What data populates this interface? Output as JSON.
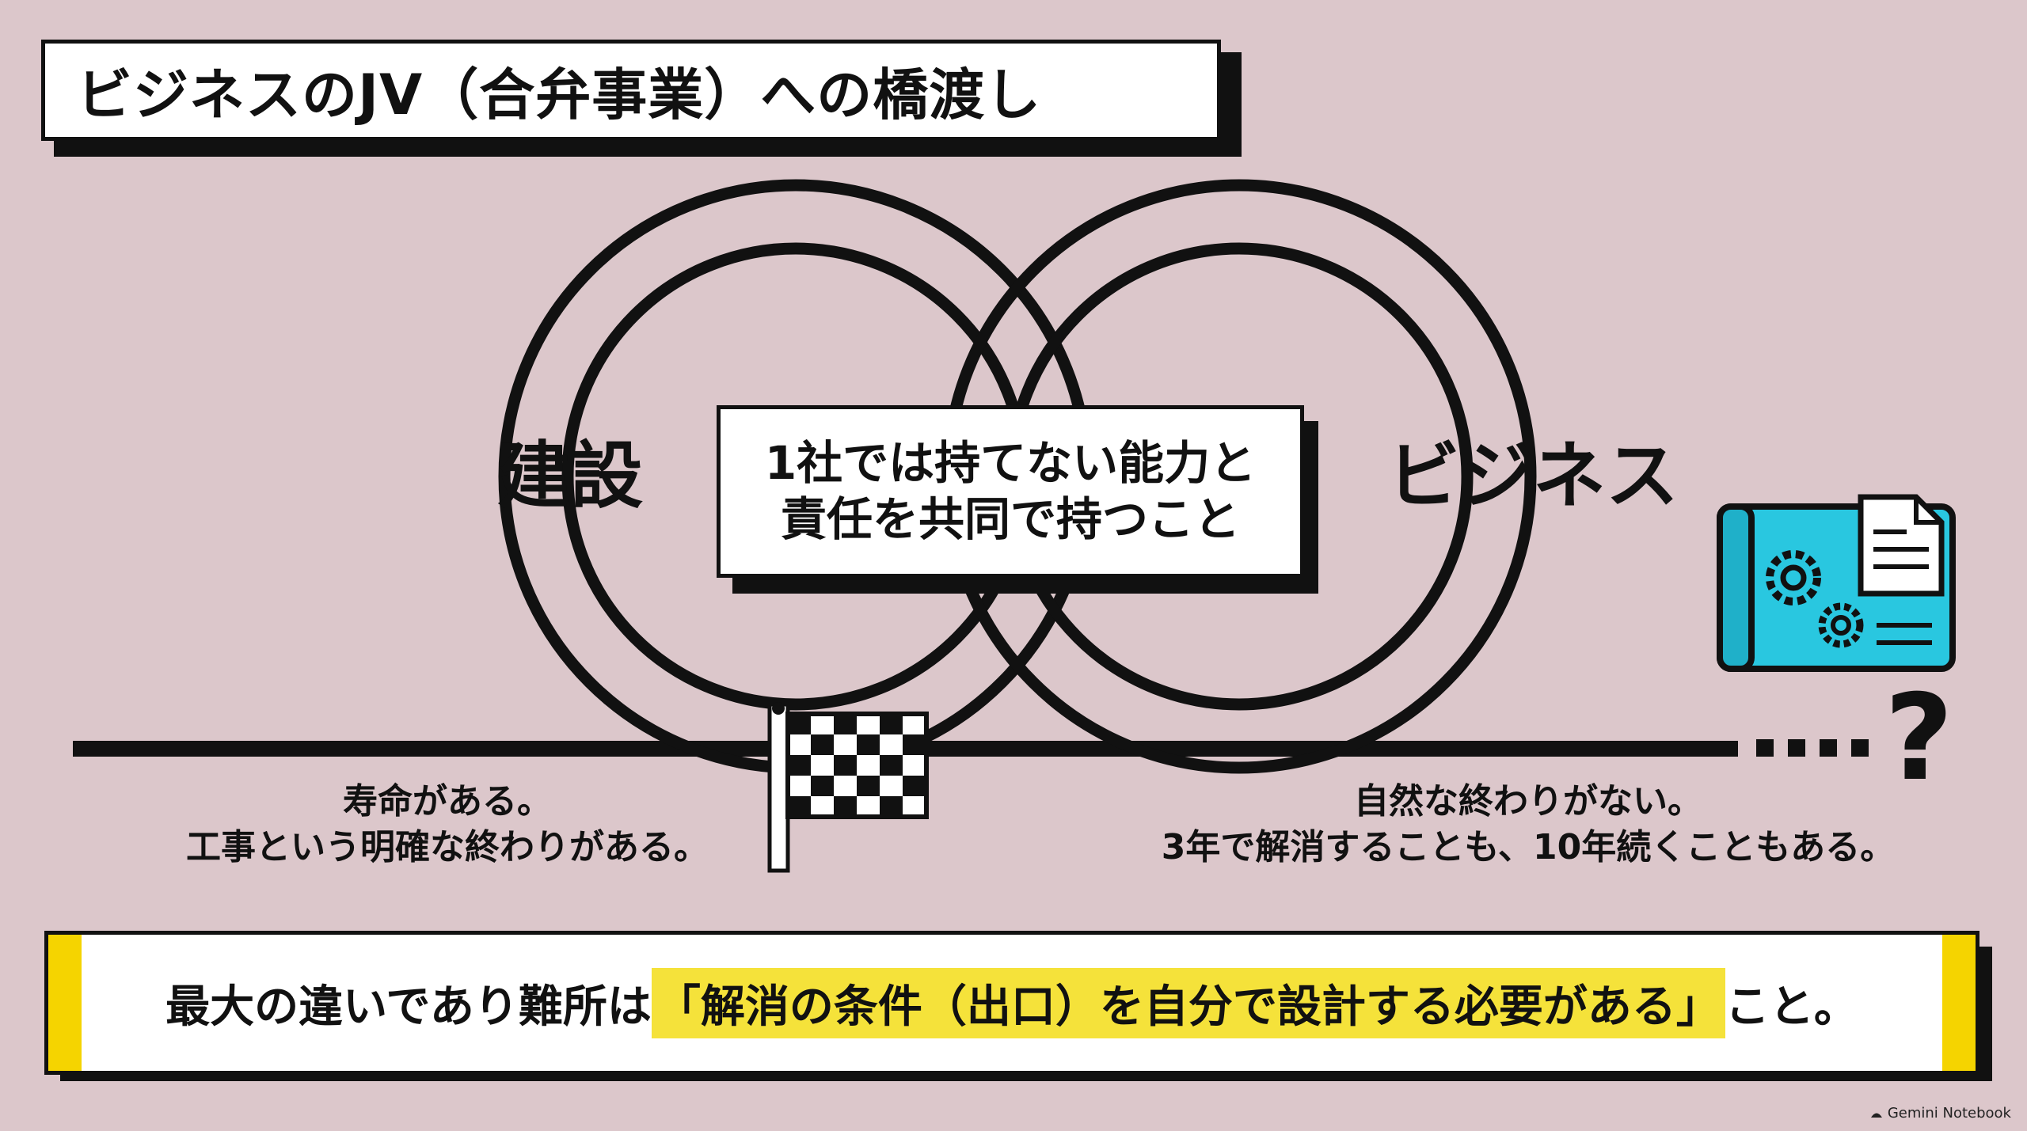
{
  "title": "ビジネスのJV（合弁事業）への橋渡し",
  "left_label": "建設",
  "right_label": "ビジネス",
  "center": {
    "line1": "1社では持てない能力と",
    "line2": "責任を共同で持つこと"
  },
  "left_caption": {
    "line1": "寿命がある。",
    "line2": "工事という明確な終わりがある。"
  },
  "right_caption": {
    "line1": "自然な終わりがない。",
    "line2": "3年で解消することも、10年続くこともある。"
  },
  "bottom": {
    "before": "最大の違いであり難所は",
    "highlight": "「解消の条件（出口）を自分で設計する必要がある」",
    "after": "こと。"
  },
  "question_mark": "?",
  "watermark": "Gemini Notebook",
  "colors": {
    "background": "#dcc7cb",
    "overlap": "#8264f2",
    "blueprint": "#29c7e0",
    "highlight": "#f5e23a",
    "stripe": "#f5d400"
  },
  "icons": [
    "checkered-flag-icon",
    "blueprint-gears-icon",
    "question-mark-icon"
  ]
}
